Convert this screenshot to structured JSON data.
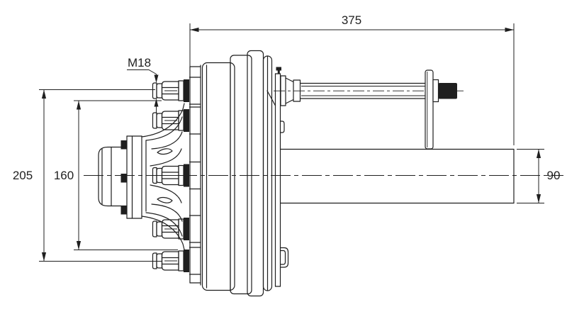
{
  "drawing": {
    "background": "#ffffff",
    "line_color": "#1f1f1f",
    "dimensions": {
      "overall_length": {
        "label": "375"
      },
      "stud_thread": {
        "label": "M18"
      },
      "left_outer": {
        "label": "205"
      },
      "left_inner": {
        "label": "160"
      },
      "tube_size": {
        "label": "90"
      }
    }
  }
}
